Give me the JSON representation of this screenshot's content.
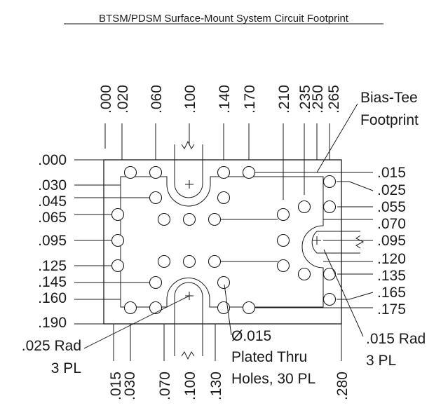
{
  "title": "BTSM/PDSM Surface-Mount System Circuit Footprint",
  "top_labels": [
    ".000",
    ".020",
    ".060",
    ".100",
    ".140",
    ".170",
    ".210",
    ".235",
    ".250",
    ".265"
  ],
  "bottom_labels": [
    ".015",
    ".030",
    ".070",
    ".100",
    ".130",
    ".280"
  ],
  "left_labels": [
    ".000",
    ".030",
    ".045",
    ".065",
    ".095",
    ".125",
    ".145",
    ".160",
    ".190"
  ],
  "right_labels": [
    ".015",
    ".025",
    ".055",
    ".070",
    ".095",
    ".120",
    ".135",
    ".165",
    ".175"
  ],
  "callouts": {
    "bias_tee_line1": "Bias-Tee",
    "bias_tee_line2": "Footprint",
    "rad_left_line1": ".025 Rad",
    "rad_left_line2": "3 PL",
    "holes_line1": "Ø.015",
    "holes_line2": "Plated Thru",
    "holes_line3": "Holes, 30 PL",
    "rad_right_line1": ".015 Rad",
    "rad_right_line2": "3 PL"
  }
}
